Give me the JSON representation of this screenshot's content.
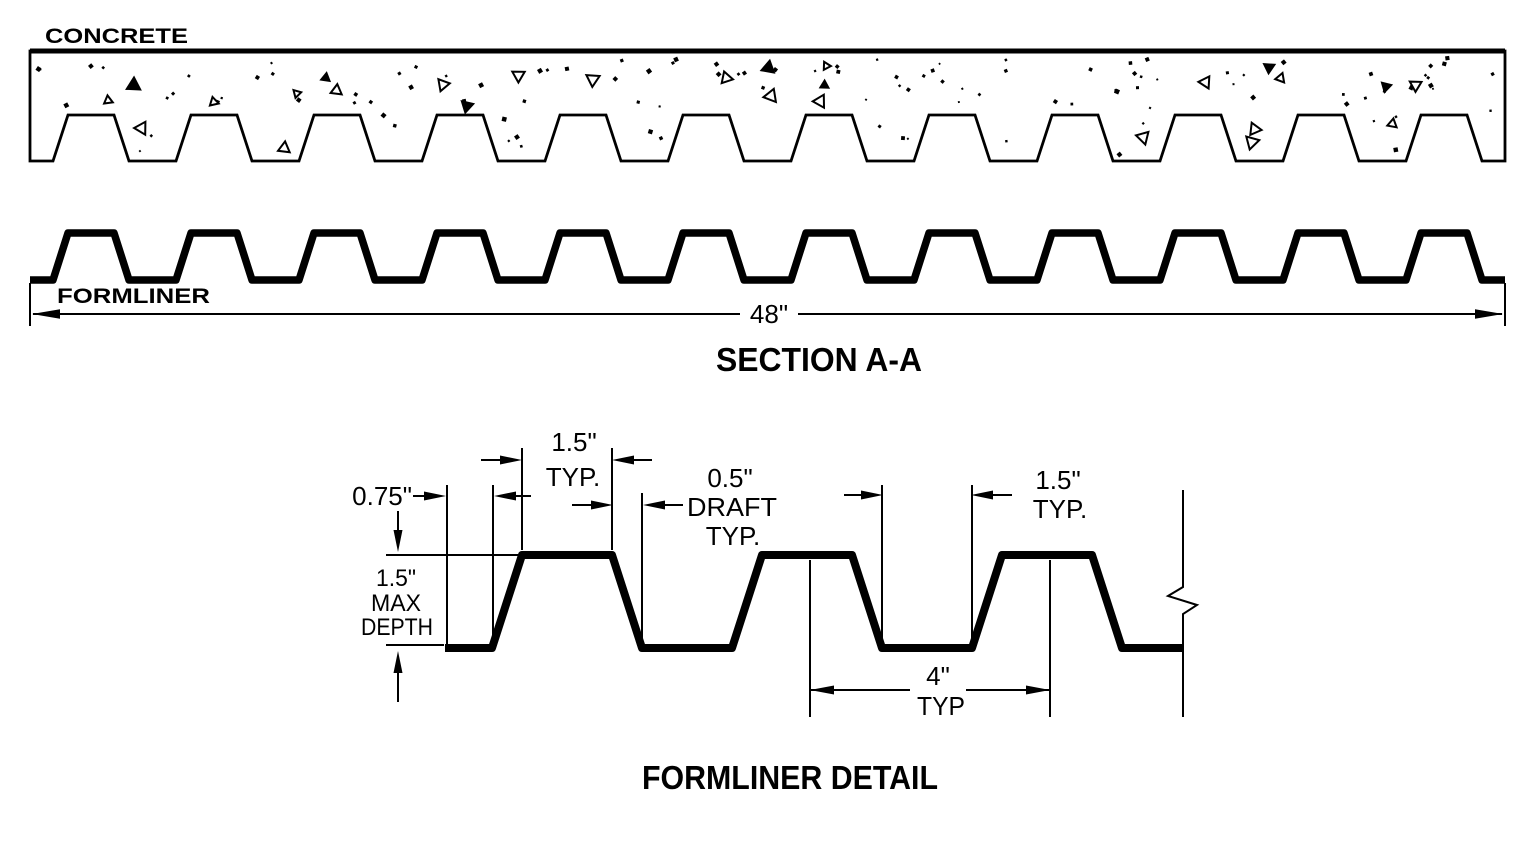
{
  "drawing": {
    "background": "#ffffff",
    "ink": "#000000"
  },
  "section_aa": {
    "concrete_label": "CONCRETE",
    "formliner_label": "FORMLINER",
    "overall_width": "48\"",
    "title": "SECTION A-A",
    "rib_count": 12
  },
  "detail": {
    "title": "FORMLINER DETAIL",
    "dim_rib_top_width": {
      "value": "1.5\"",
      "suffix": "TYP."
    },
    "dim_draft": {
      "value": "0.5\"",
      "label": "DRAFT",
      "suffix": "TYP."
    },
    "dim_edge_offset": {
      "value": "0.75\""
    },
    "dim_depth": {
      "value": "1.5\"",
      "line2": "MAX",
      "line3": "DEPTH"
    },
    "dim_valley_width": {
      "value": "1.5\"",
      "suffix": "TYP."
    },
    "dim_pitch": {
      "value": "4\"",
      "suffix": "TYP"
    }
  }
}
